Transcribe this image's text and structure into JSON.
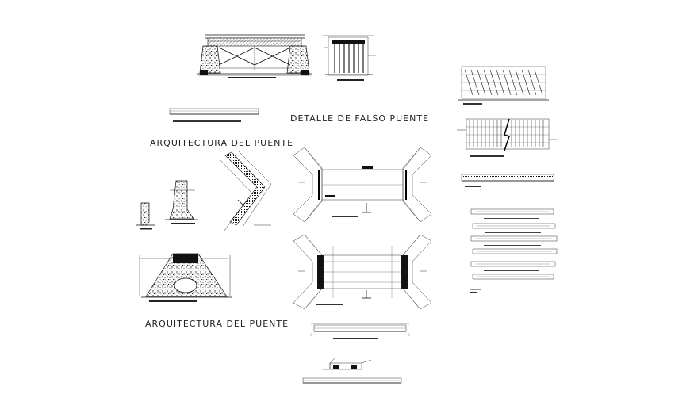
{
  "labels": {
    "falso_puente": "DETALLE DE FALSO PUENTE",
    "arq_top": "ARQUITECTURA DEL PUENTE",
    "arq_bottom": "ARQUITECTURA DEL PUENTE"
  },
  "colors": {
    "background": "#ffffff",
    "ink": "#111111"
  }
}
